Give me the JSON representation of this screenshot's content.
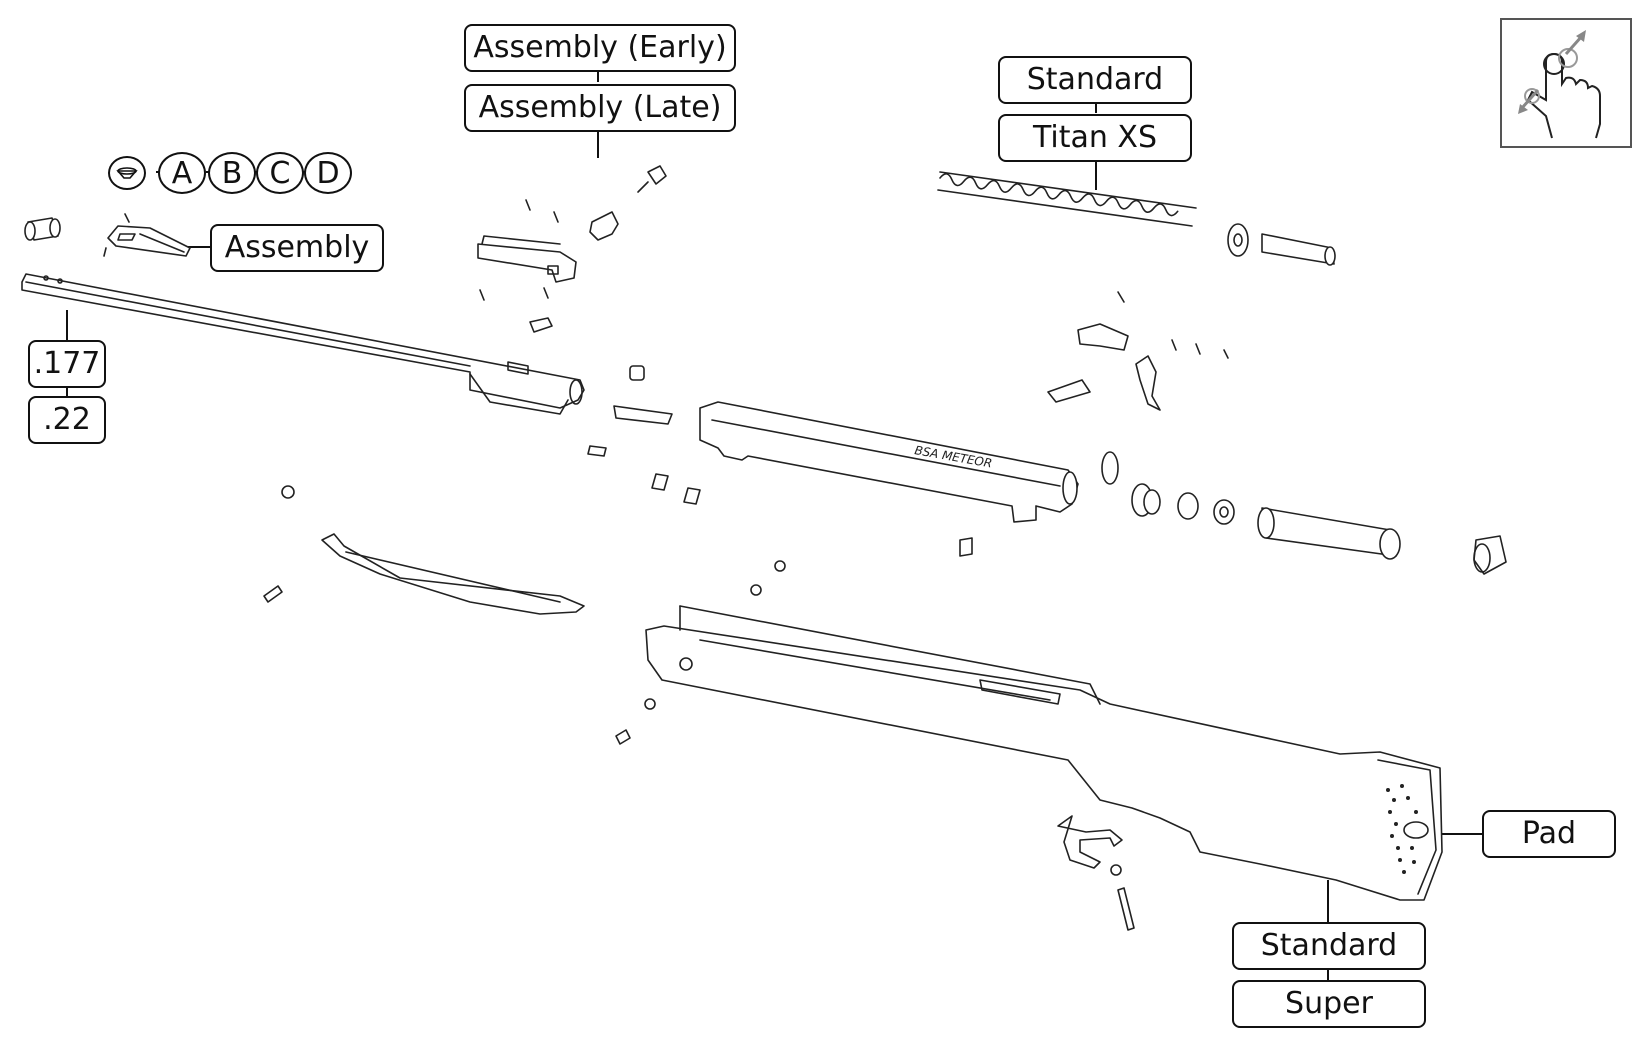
{
  "callouts": {
    "pellet_a": "A",
    "pellet_b": "B",
    "pellet_c": "C",
    "pellet_d": "D",
    "rear_sight_assembly": "Assembly",
    "caliber_177": ".177",
    "caliber_22": ".22",
    "trigger_assembly_early": "Assembly (Early)",
    "trigger_assembly_late": "Assembly (Late)",
    "spring_standard": "Standard",
    "spring_titan_xs": "Titan XS",
    "stock_standard": "Standard",
    "stock_super": "Super",
    "butt_pad": "Pad"
  },
  "icons": {
    "pellet": "pellet-icon",
    "zoom_hint": "pinch-zoom-gesture-icon"
  },
  "stock_engraving": "BSA METEOR",
  "colors": {
    "line": "#222222",
    "label_border": "#111111",
    "background": "#ffffff",
    "gesture_arrow": "#888888"
  }
}
